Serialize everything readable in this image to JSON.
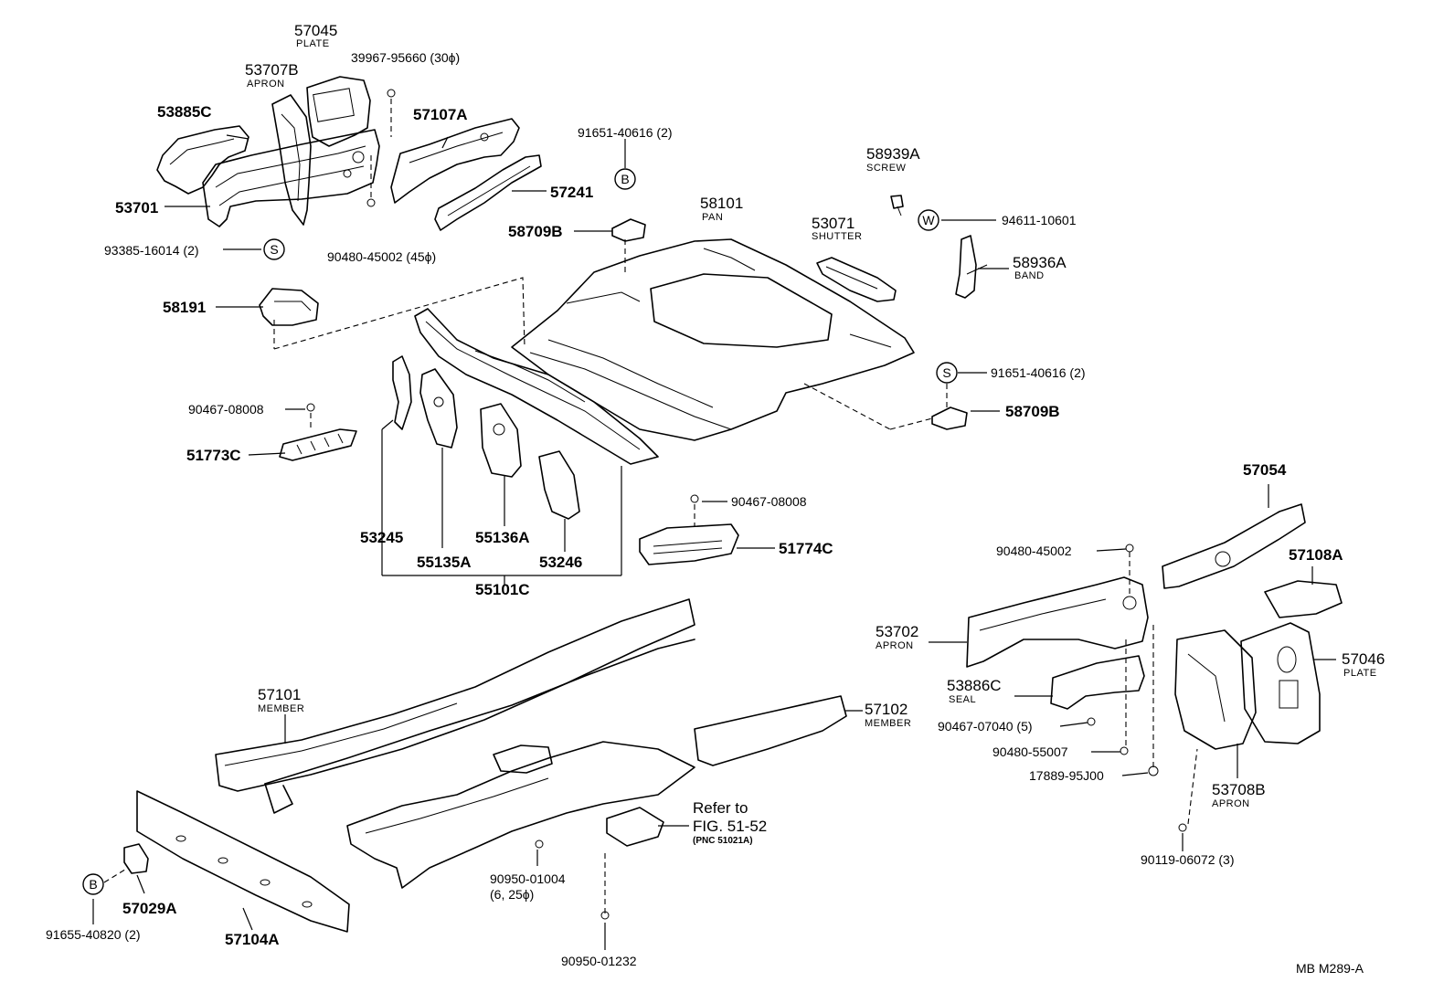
{
  "labels": {
    "p57045": "57045",
    "p57045_sub": "PLATE",
    "p53707B": "53707B",
    "p53707B_sub": "APRON",
    "p39967": "39967-95660 (30ϕ)",
    "p53885C": "53885C",
    "p57107A": "57107A",
    "p53701": "53701",
    "p57241": "57241",
    "p93385": "93385-16014 (2)",
    "p90480_45": "90480-45002 (45ϕ)",
    "p91651_top": "91651-40616 (2)",
    "p58709B_top": "58709B",
    "p58101": "58101",
    "p58101_sub": "PAN",
    "p53071": "53071",
    "p53071_sub": "SHUTTER",
    "p58939A": "58939A",
    "p58939A_sub": "SCREW",
    "p94611": "94611-10601",
    "p58936A": "58936A",
    "p58936A_sub": "BAND",
    "p58191": "58191",
    "p91651_right": "91651-40616 (2)",
    "p58709B_right": "58709B",
    "p90467_left": "90467-08008",
    "p51773C": "51773C",
    "p53245": "53245",
    "p55135A": "55135A",
    "p55136A": "55136A",
    "p53246": "53246",
    "p55101C": "55101C",
    "p90467_mid": "90467-08008",
    "p51774C": "51774C",
    "p57054": "57054",
    "p90480_r": "90480-45002",
    "p57108A": "57108A",
    "p53702": "53702",
    "p53702_sub": "APRON",
    "p57046": "57046",
    "p57046_sub": "PLATE",
    "p53886C": "53886C",
    "p53886C_sub": "SEAL",
    "p90467_07040": "90467-07040 (5)",
    "p90480_55007": "90480-55007",
    "p17889": "17889-95J00",
    "p53708B": "53708B",
    "p53708B_sub": "APRON",
    "p90119": "90119-06072 (3)",
    "p57101": "57101",
    "p57101_sub": "MEMBER",
    "p57102": "57102",
    "p57102_sub": "MEMBER",
    "refer1": "Refer to",
    "refer2": "FIG. 51-52",
    "refer3": "(PNC 51021A)",
    "p90950_01004": "90950-01004",
    "p90950_01004b": "(6, 25ϕ)",
    "p90950_01232": "90950-01232",
    "p57029A": "57029A",
    "p57104A": "57104A",
    "p91655": "91655-40820 (2)",
    "figure_code": "MB  M289-A"
  },
  "symbols": {
    "b_top": "B",
    "s_left": "S",
    "w_right": "W",
    "s_right": "S",
    "b_bottom": "B"
  }
}
